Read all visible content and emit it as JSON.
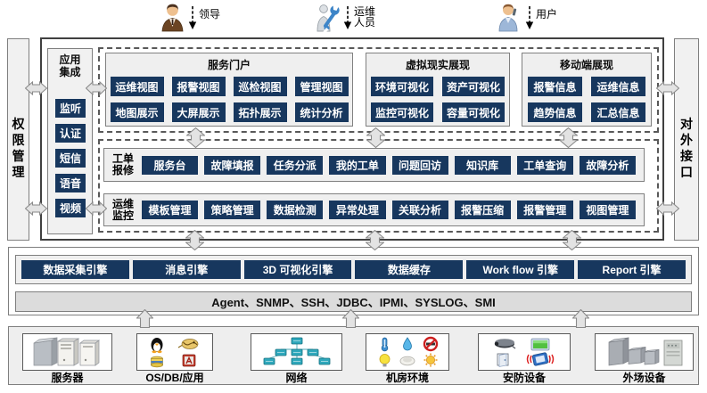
{
  "diagram": {
    "actors": [
      {
        "label": "领导",
        "icon": "leader-person-icon"
      },
      {
        "label": "运维人员",
        "icon": "ops-person-icon"
      },
      {
        "label": "用户",
        "icon": "user-person-icon"
      }
    ],
    "left_bar": {
      "title": "权限管理"
    },
    "right_bar": {
      "title": "对外接口"
    },
    "app_integration": {
      "title": "应用集成",
      "items": [
        "监听",
        "认证",
        "短信",
        "语音",
        "视频"
      ]
    },
    "portal": {
      "title": "服务门户",
      "buttons": [
        "运维视图",
        "报警视图",
        "巡检视图",
        "管理视图",
        "地图展示",
        "大屏展示",
        "拓扑展示",
        "统计分析"
      ]
    },
    "vr": {
      "title": "虚拟现实展现",
      "buttons": [
        "环境可视化",
        "资产可视化",
        "监控可视化",
        "容量可视化"
      ]
    },
    "mobile": {
      "title": "移动端展现",
      "buttons": [
        "报警信息",
        "运维信息",
        "趋势信息",
        "汇总信息"
      ]
    },
    "work_order": {
      "title": "工单报修",
      "buttons": [
        "服务台",
        "故障填报",
        "任务分派",
        "我的工单",
        "问题回访",
        "知识库",
        "工单查询",
        "故障分析"
      ]
    },
    "monitoring": {
      "title": "运维监控",
      "buttons": [
        "模板管理",
        "策略管理",
        "数据检测",
        "异常处理",
        "关联分析",
        "报警压缩",
        "报警管理",
        "视图管理"
      ]
    },
    "engines": [
      "数据采集引擎",
      "消息引擎",
      "3D 可视化引擎",
      "数据缓存",
      "Work flow 引擎",
      "Report 引擎"
    ],
    "protocols": "Agent、SNMP、SSH、JDBC、IPMI、SYSLOG、SMI",
    "devices": [
      {
        "label": "服务器",
        "icon": "server-icon"
      },
      {
        "label": "OS/DB/应用",
        "icon": "os-db-app-icon"
      },
      {
        "label": "网络",
        "icon": "network-icon"
      },
      {
        "label": "机房环境",
        "icon": "room-environment-icon"
      },
      {
        "label": "安防设备",
        "icon": "security-device-icon"
      },
      {
        "label": "外场设备",
        "icon": "field-device-icon"
      }
    ],
    "colors": {
      "node_fill": "#17375e",
      "node_text": "#ffffff",
      "panel_fill": "#efefef",
      "arrow_fill": "#e2e2e2",
      "dashed_border": "#595959"
    }
  }
}
